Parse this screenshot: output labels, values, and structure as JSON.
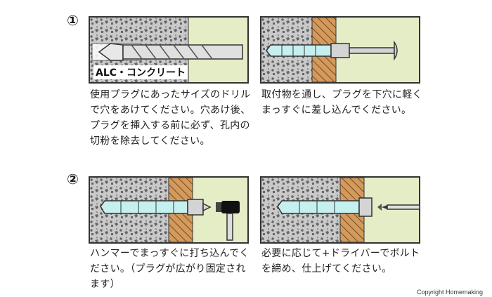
{
  "steps": [
    {
      "number": "①",
      "captions": [
        "使用プラグにあったサイズのドリルで穴をあけてください。穴あけ後、プラグを挿入する前に必ず、孔内の切粉を除去してください。",
        "取付物を通し、プラグを下穴に軽くまっすぐに差し込んでください。"
      ]
    },
    {
      "number": "②",
      "captions": [
        "ハンマーでまっすぐに打ち込んでください。（プラグが広がり固定されます）",
        "必要に応じて+ドライバーでボルトを締め、仕上げてください。"
      ]
    }
  ],
  "panel_label": "ALC・コンクリート",
  "copyright": "Copyright Homemaking",
  "colors": {
    "concrete": "#c9c9c9",
    "pale": "#e4edc6",
    "wood": "#d29a5c",
    "plug": "#c6f0f0",
    "metal": "#d4d4d4",
    "outline": "#333333"
  }
}
